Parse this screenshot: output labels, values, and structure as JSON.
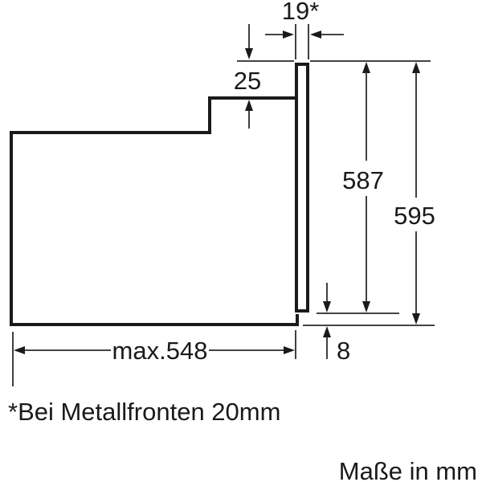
{
  "diagram": {
    "title_hidden": "",
    "labels": {
      "door_thickness": "19*",
      "top_overlap": "25",
      "inner_height": "587",
      "outer_height": "595",
      "depth": "max.548",
      "bottom_gap": "8"
    },
    "footnote": "*Bei Metallfronten 20mm",
    "units_note": "Maße in mm",
    "colors": {
      "line": "#1a1a1a",
      "background": "#ffffff"
    }
  }
}
